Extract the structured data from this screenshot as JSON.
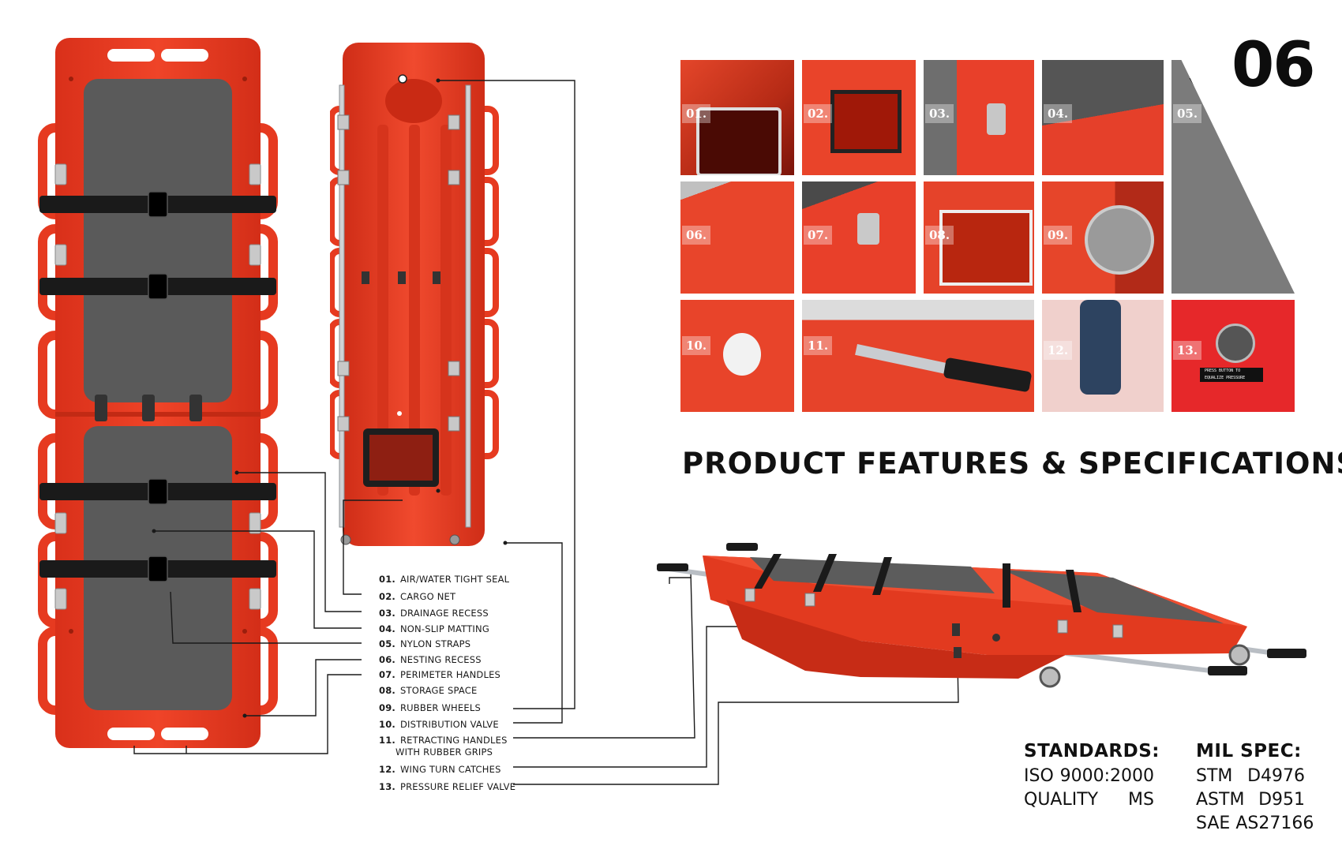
{
  "page": {
    "number": "06"
  },
  "heading": "PRODUCT FEATURES & SPECIFICATIONS",
  "tiles": [
    "01.",
    "02.",
    "03.",
    "04.",
    "05.",
    "06.",
    "07.",
    "08.",
    "09.",
    "10.",
    "11.",
    "12.",
    "13."
  ],
  "tile_12_13_text": {
    "label_line1": "PRESS BUTTON TO",
    "label_line2": "EQUALIZE PRESSURE"
  },
  "features": [
    {
      "num": "01.",
      "label": "AIR/WATER TIGHT SEAL"
    },
    {
      "num": "02.",
      "label": "CARGO NET"
    },
    {
      "num": "03.",
      "label": "DRAINAGE RECESS"
    },
    {
      "num": "04.",
      "label": "NON-SLIP MATTING"
    },
    {
      "num": "05.",
      "label": "NYLON STRAPS"
    },
    {
      "num": "06.",
      "label": "NESTING RECESS"
    },
    {
      "num": "07.",
      "label": "PERIMETER HANDLES"
    },
    {
      "num": "08.",
      "label": "STORAGE SPACE"
    },
    {
      "num": "09.",
      "label": "RUBBER WHEELS"
    },
    {
      "num": "10.",
      "label": "DISTRIBUTION VALVE"
    },
    {
      "num": "11.",
      "label": "RETRACTING HANDLES",
      "label2": "WITH RUBBER GRIPS"
    },
    {
      "num": "12.",
      "label": "WING TURN CATCHES"
    },
    {
      "num": "13.",
      "label": "PRESSURE RELIEF VALVE"
    }
  ],
  "standards": {
    "title": "STANDARDS:",
    "rows": [
      [
        "ISO",
        "9000:2000"
      ],
      [
        "QUALITY",
        "MS"
      ]
    ]
  },
  "milspec": {
    "title": "MIL SPEC:",
    "rows": [
      [
        "STM",
        "D4976"
      ],
      [
        "ASTM",
        "D951"
      ],
      [
        "SAE AS27166",
        ""
      ]
    ]
  },
  "colors": {
    "stretcher_red": "#e8391f",
    "mat_gray": "#5a5a5a",
    "strap_black": "#1a1a1a"
  }
}
